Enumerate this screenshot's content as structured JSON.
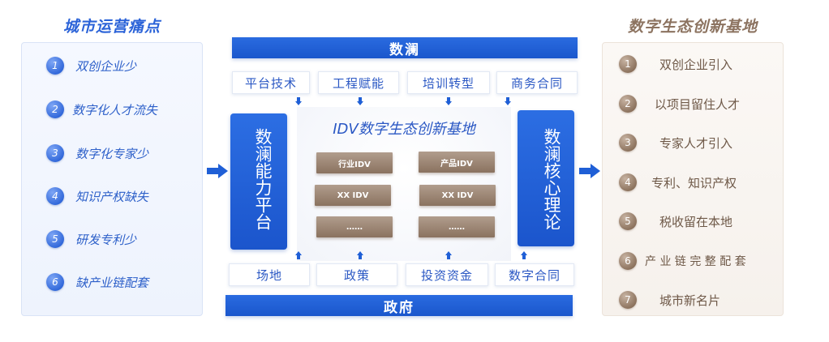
{
  "left_panel": {
    "title": "城市运营痛点",
    "items": [
      {
        "num": "1",
        "label": "双创企业少"
      },
      {
        "num": "2",
        "label": "数字化人才流失"
      },
      {
        "num": "3",
        "label": "数字化专家少"
      },
      {
        "num": "4",
        "label": "知识产权缺失"
      },
      {
        "num": "5",
        "label": "研发专利少"
      },
      {
        "num": "6",
        "label": "缺产业链配套"
      }
    ]
  },
  "right_panel": {
    "title": "数字生态创新基地",
    "items": [
      {
        "num": "1",
        "label": "双创企业引入"
      },
      {
        "num": "2",
        "label": "以项目留住人才"
      },
      {
        "num": "3",
        "label": "专家人才引入"
      },
      {
        "num": "4",
        "label": "专利、知识产权"
      },
      {
        "num": "5",
        "label": "税收留在本地"
      },
      {
        "num": "6",
        "label": "产 业 链 完 整 配 套"
      },
      {
        "num": "7",
        "label": "城市新名片"
      }
    ]
  },
  "center": {
    "top_bar": "数澜",
    "bottom_bar": "政府",
    "top_chips": [
      "平台技术",
      "工程赋能",
      "培训转型",
      "商务合同"
    ],
    "bottom_chips": [
      "场地",
      "政策",
      "投资资金",
      "数字合同"
    ],
    "title": "IDV数字生态创新基地",
    "left_platform": "数澜能力平台",
    "right_platform": "数澜核心理论",
    "grid": [
      [
        "行业IDV",
        "产品IDV"
      ],
      [
        "XX IDV",
        "XX IDV"
      ],
      [
        "……",
        "……"
      ]
    ]
  },
  "colors": {
    "blue": "#1f5fd6",
    "brown": "#8a725f",
    "blue_text": "#2b58c4"
  }
}
